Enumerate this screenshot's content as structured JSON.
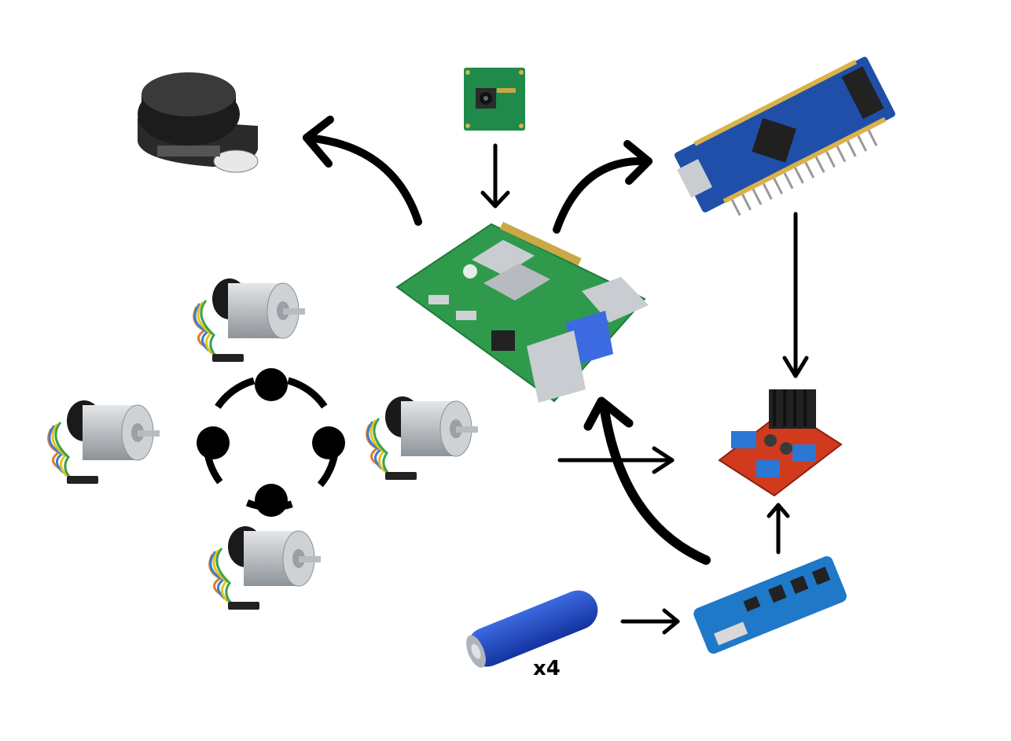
{
  "diagram": {
    "battery_count_label": "x4",
    "components": [
      {
        "id": "lidar",
        "icon": "lidar-sensor-icon"
      },
      {
        "id": "camera",
        "icon": "camera-module-icon"
      },
      {
        "id": "arduino",
        "icon": "arduino-nano-icon"
      },
      {
        "id": "raspberry_pi",
        "icon": "raspberry-pi-board-icon"
      },
      {
        "id": "motor_driver",
        "icon": "motor-driver-icon"
      },
      {
        "id": "bms",
        "icon": "battery-management-board-icon"
      },
      {
        "id": "battery",
        "icon": "li-ion-battery-icon"
      },
      {
        "id": "motors",
        "icon": "dc-gear-motor-icon",
        "count": 4
      }
    ],
    "connections": [
      {
        "from": "raspberry_pi",
        "to": "lidar"
      },
      {
        "from": "camera",
        "to": "raspberry_pi"
      },
      {
        "from": "raspberry_pi",
        "to": "arduino"
      },
      {
        "from": "arduino",
        "to": "motor_driver"
      },
      {
        "from": "motors",
        "to": "motor_driver"
      },
      {
        "from": "bms",
        "to": "raspberry_pi"
      },
      {
        "from": "bms",
        "to": "motor_driver"
      },
      {
        "from": "battery",
        "to": "bms"
      }
    ],
    "colors": {
      "arduino_blue": "#1f4fa8",
      "pi_green": "#2f9a4c",
      "driver_red": "#d23a1e",
      "battery_blue": "#1a47b8"
    }
  }
}
